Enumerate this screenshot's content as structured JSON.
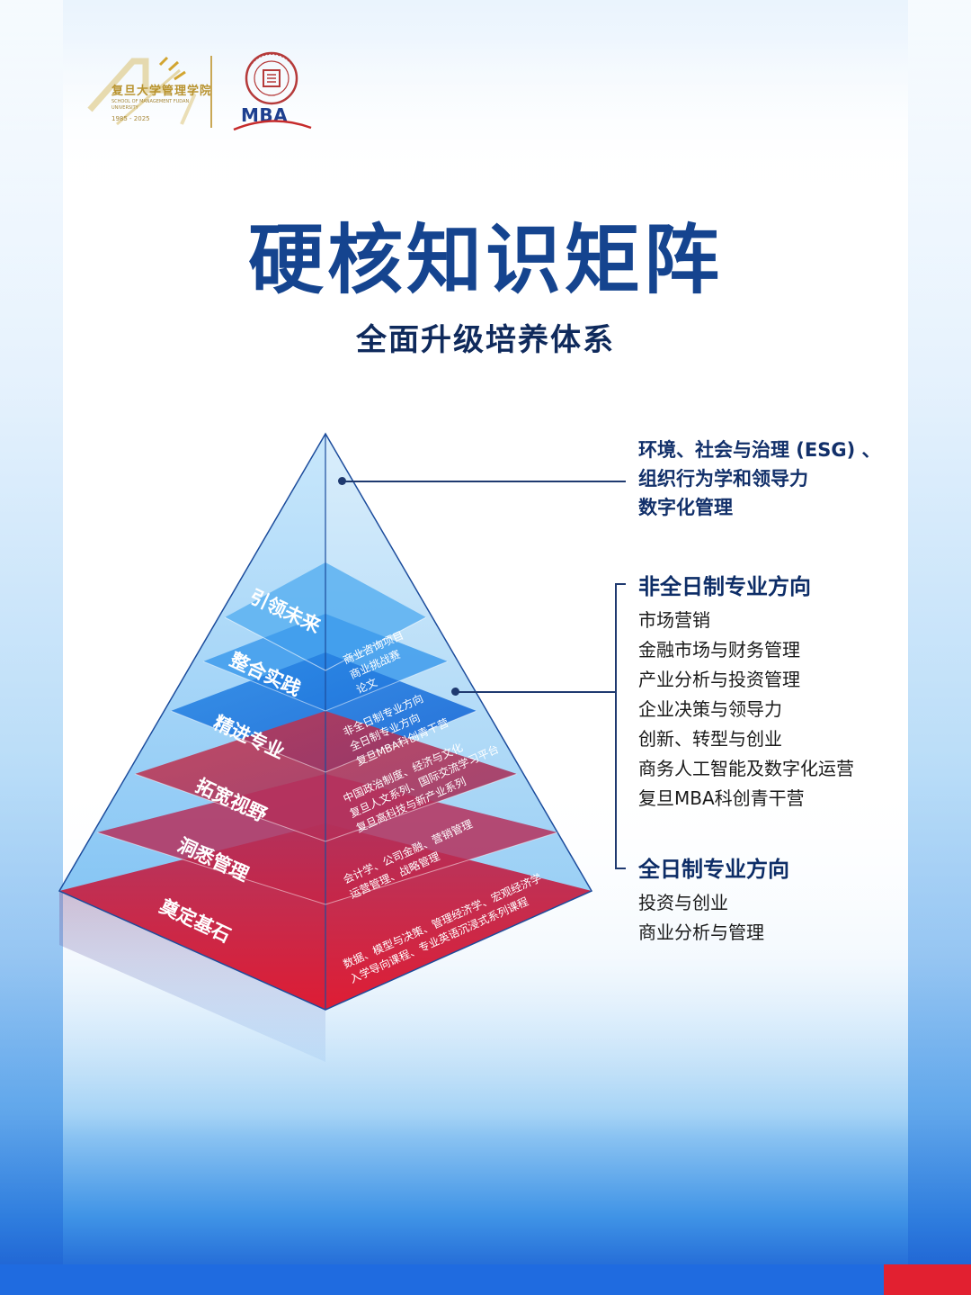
{
  "logo": {
    "school_name": "复旦大学管理学院",
    "school_en": "SCHOOL OF MANAGEMENT FUDAN UNIVERSITY",
    "years": "1985 - 2025",
    "university_seal": "FUDAN UNIVERSITY",
    "seal_year": "1905",
    "program": "MBA"
  },
  "title": "硬核知识矩阵",
  "subtitle": "全面升级培养体系",
  "pyramid": {
    "levels": [
      "引领未来",
      "整合实践",
      "精进专业",
      "拓宽视野",
      "洞悉管理",
      "奠定基石"
    ],
    "courses": [
      [
        "商业咨询项目",
        "商业挑战赛",
        "论文"
      ],
      [
        "非全日制专业方向",
        "全日制专业方向",
        "复旦MBA科创青干营"
      ],
      [
        "中国政治制度、经济与文化",
        "复旦人文系列、国际交流学习平台",
        "复旦高科技与新产业系列"
      ],
      [
        "会计学、公司金融、营销管理",
        "运营管理、战略管理"
      ],
      [
        "数据、模型与决策、管理经济学、宏观经济学",
        "入学导向课程、专业英语沉浸式系列课程"
      ]
    ]
  },
  "top_topics": [
    "环境、社会与治理 (ESG) 、",
    "组织行为学和领导力",
    "数字化管理"
  ],
  "part_time": {
    "heading": "非全日制专业方向",
    "items": [
      "市场营销",
      "金融市场与财务管理",
      "产业分析与投资管理",
      "企业决策与领导力",
      "创新、转型与创业",
      "商务人工智能及数字化运营",
      "复旦MBA科创青干营"
    ]
  },
  "full_time": {
    "heading": "全日制专业方向",
    "items": [
      "投资与创业",
      "商业分析与管理"
    ]
  },
  "colors": {
    "title": "#15448f",
    "accent_blue": "#1f6be0",
    "accent_red": "#e22030"
  }
}
